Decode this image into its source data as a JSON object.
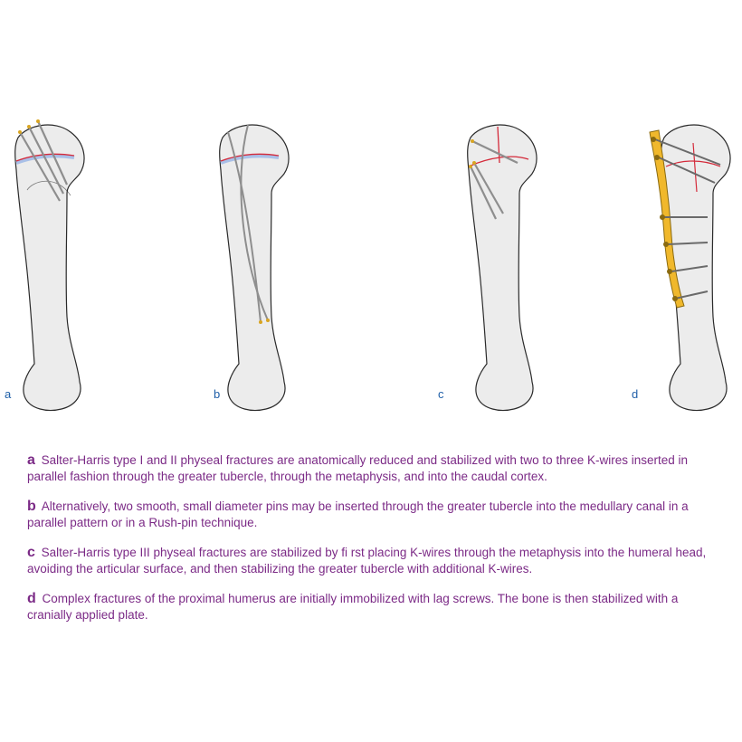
{
  "panels": [
    {
      "letter": "a"
    },
    {
      "letter": "b"
    },
    {
      "letter": "c"
    },
    {
      "letter": "d"
    }
  ],
  "captions": [
    {
      "letter": "a",
      "text": "Salter-Harris type I and II physeal fractures are anatomically reduced and stabilized with two to three K-wires inserted in parallel fashion through the greater tubercle, through the metaphysis, and into the caudal cortex."
    },
    {
      "letter": "b",
      "text": "Alternatively, two smooth, small diameter pins may be inserted through the greater tubercle into the medullary canal in a parallel pattern or in a Rush-pin technique."
    },
    {
      "letter": "c",
      "text": "Salter-Harris type III physeal fractures are stabilized by fi rst placing K-wires through the metaphysis into the humeral head, avoiding the articular surface, and then stabilizing the greater tubercle with additional K-wires."
    },
    {
      "letter": "d",
      "text": "Complex fractures of the proximal humerus are initially immobilized with lag screws. The bone is then stabilized with a cranially applied plate."
    }
  ],
  "colors": {
    "bone_fill": "#ececec",
    "bone_outline": "#2a2a2a",
    "fracture_line": "#d42a3a",
    "physis": "#a9c0e8",
    "wire": "#8e8e8e",
    "wire_tip": "#d9a521",
    "plate": "#f0b82c",
    "caption_text": "#7b2a86",
    "panel_letter": "#1f5fa8"
  }
}
